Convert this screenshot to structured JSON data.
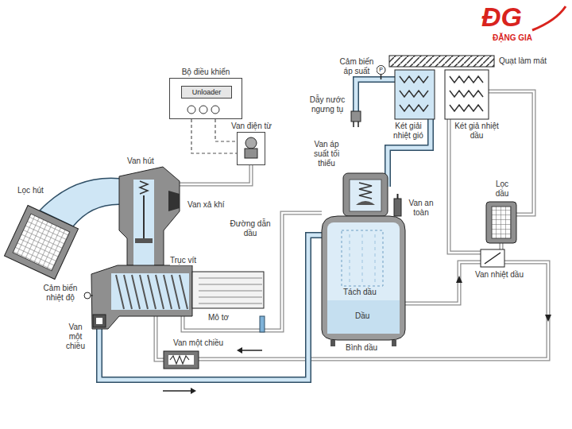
{
  "diagram": {
    "nodes": [
      {
        "text": [
          "Bộ điều khiển"
        ]
      },
      {
        "text": [
          "Unloader"
        ],
        "in": 0
      },
      {
        "text": [
          "Van điện từ"
        ]
      }
    ],
    "edges": [
      {
        "from": 0,
        "to": 2,
        "arrow": "none"
      },
      {
        "from": 0,
        "to": 2,
        "arrow": "none"
      }
    ],
    "labels": [
      "ĐG",
      "ĐẶNG GIA",
      "Cảm biến áp suất",
      "P",
      "Quạt làm mát",
      "Dẫy nước ngưng tụ",
      "Két giải nhiệt gió",
      "Két giả nhiệt dầu",
      "Van áp suất tối thiểu",
      "Van hút",
      "Lọc hút",
      "Van xả khí",
      "Van an toàn",
      "Đường dẫn dầu",
      "Lọc dầu",
      "Trục vít",
      "Cảm biến nhiệt độ",
      "Tách dầu",
      "Van nhiệt dầu",
      "Mô tơ",
      "Van một chiều",
      "Dầu",
      "Van một chiều",
      "Bình dầu"
    ]
  }
}
